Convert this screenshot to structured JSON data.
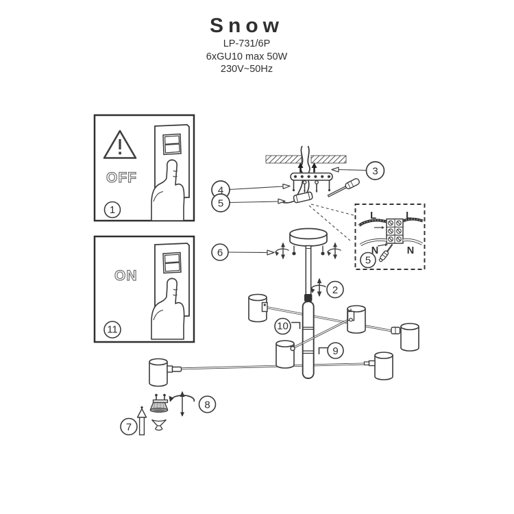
{
  "header": {
    "title": "Snow",
    "model": "LP-731/6P",
    "lamp_spec": "6xGU10 max 50W",
    "power_spec": "230V~50Hz"
  },
  "panels": {
    "off_label": "OFF",
    "on_label": "ON"
  },
  "callouts": {
    "c1": "1",
    "c2": "2",
    "c3": "3",
    "c4": "4",
    "c5": "5",
    "c6": "6",
    "c7": "7",
    "c8": "8",
    "c9": "9",
    "c10": "10",
    "c11": "11"
  },
  "wiring_box": {
    "step": "5",
    "line_left": "L",
    "line_right": "L",
    "neutral_left": "N",
    "neutral_right": "N"
  },
  "colors": {
    "line": "#3a3a3a",
    "dark_fill": "#333333",
    "paper": "#ffffff"
  }
}
